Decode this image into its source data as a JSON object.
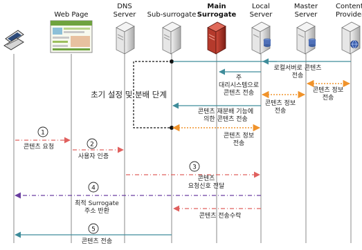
{
  "entities": {
    "web_page": "Web Page",
    "dns_line1": "DNS",
    "dns_line2": "Server",
    "sub_surrogate": "Sub-surrogate",
    "main_line1": "Main",
    "main_line2": "Surrogate",
    "local_line1": "Local",
    "local_line2": "Server",
    "master_line1": "Master",
    "master_line2": "Server",
    "content_line1": "Content",
    "content_line2": "Provider"
  },
  "phase_label": "초기 설정 및 분배 단계",
  "messages": {
    "m1_l1": "로컬서버로 콘텐츠",
    "m1_l2": "전송",
    "m2_l1": "주",
    "m2_l2": "대리시스템으로",
    "m2_l3": "콘텐츠 전송",
    "m3_l1": "콘텐츠 정보",
    "m3_l2": "전송",
    "m4_l1": "콘텐츠 정보",
    "m4_l2": "전송",
    "m5_l1": "콘텐츠 재분배 기능에",
    "m5_l2": "의한 콘텐츠 전송",
    "m6_l1": "콘텐츠 정보",
    "m6_l2": "전송",
    "s1": "콘텐츠 요청",
    "s2": "사용자 인증",
    "s3_l1": "콘텐츠",
    "s3_l2": "요청신호 전달",
    "s4_l1": "최적 Surrogate",
    "s4_l2": "주소 반환",
    "s4b": "콘텐츠 전송수락",
    "s5": "콘텐츠 전송"
  },
  "step_numbers": [
    "1",
    "2",
    "3",
    "4",
    "5"
  ],
  "colors": {
    "teal": "#3f8c9a",
    "orange": "#f0932b",
    "red_dashed": "#e0605e",
    "purple": "#6a3fa0",
    "lifeline": "#8a8a8a"
  }
}
